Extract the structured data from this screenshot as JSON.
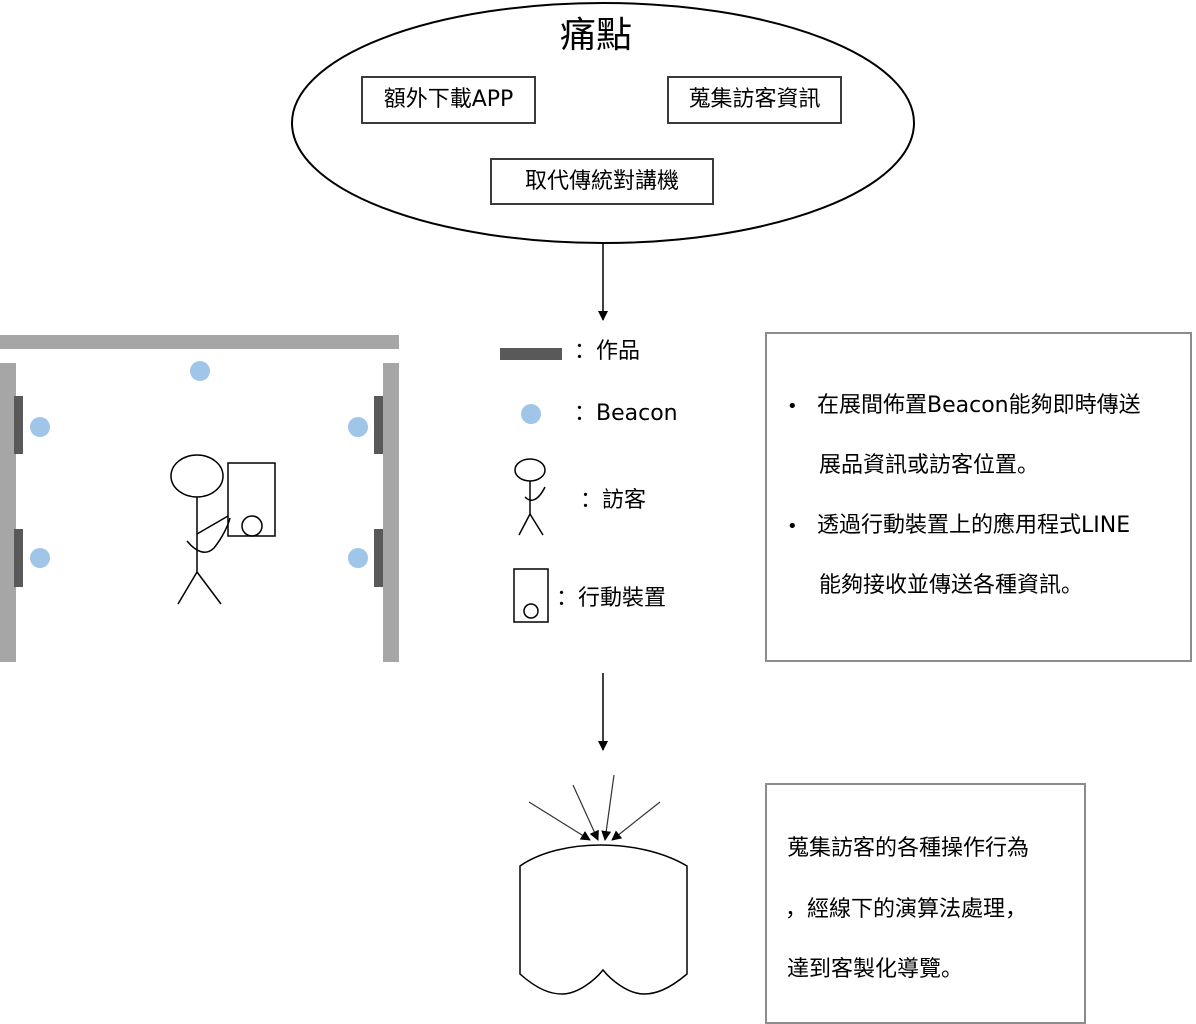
{
  "pain_points": {
    "title": "痛點",
    "items": [
      "額外下載APP",
      "蒐集訪客資訊",
      "取代傳統對講機"
    ]
  },
  "legend": {
    "artwork": "：作品",
    "beacon": "：Beacon",
    "visitor": "：訪客",
    "device": "：行動裝置"
  },
  "info": {
    "bullets": [
      {
        "line1": "在展間佈置Beacon能夠即時傳送",
        "line2": "展品資訊或訪客位置。"
      },
      {
        "line1": "透過行動裝置上的應用程式LINE",
        "line2": "能夠接收並傳送各種資訊。"
      }
    ]
  },
  "result": {
    "lines": [
      "蒐集訪客的各種操作行為",
      "，經線下的演算法處理，",
      "達到客製化導覽。"
    ]
  },
  "colors": {
    "beacon": "#9fc5e8",
    "wall": "#a6a6a6",
    "artwork": "#595959",
    "box_border": "#8c8c8c"
  }
}
